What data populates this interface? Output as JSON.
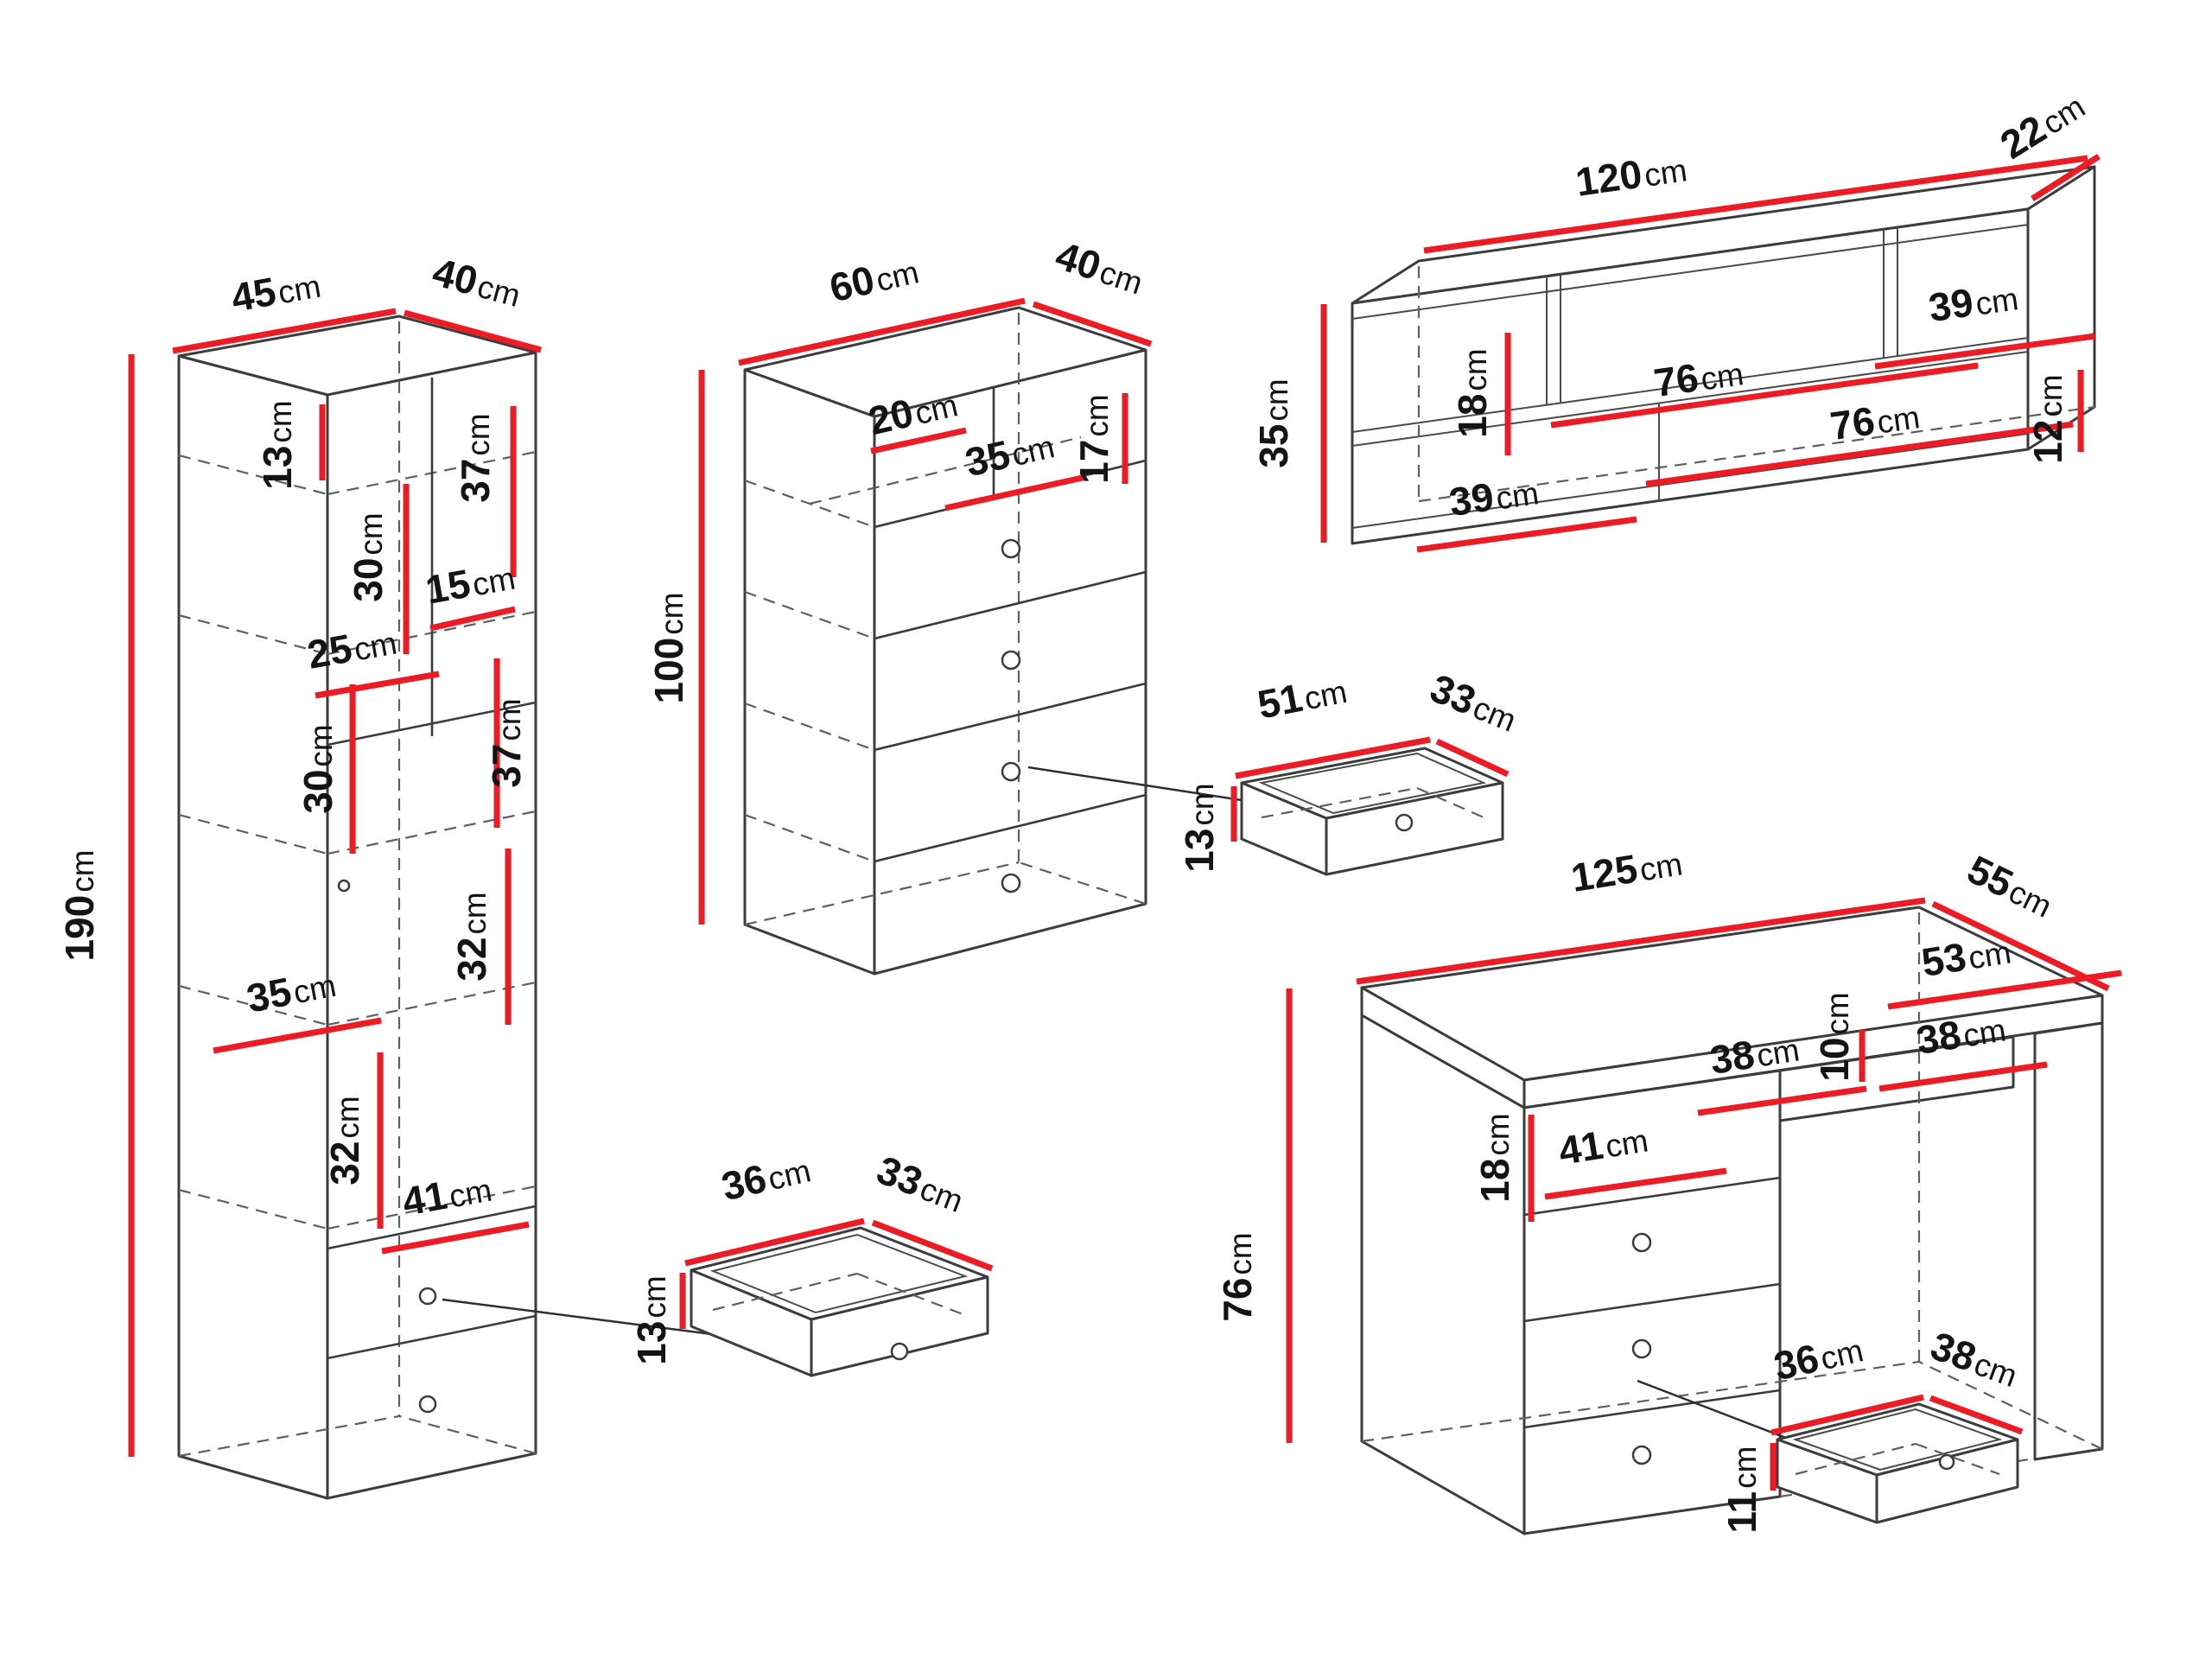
{
  "meta": {
    "unit": "cm"
  },
  "colors": {
    "dimension_line": "#ed1c24",
    "outline": "#3c3c3c",
    "hidden_line": "#5f5f5f",
    "label_text": "#141414",
    "background": "#ffffff"
  },
  "pieces": {
    "tall_cabinet": {
      "width": "45",
      "depth": "40",
      "height": "190",
      "inner": {
        "top_section": "13",
        "upper_right_section": "37",
        "upper_shelf": "30",
        "niche_width": "15",
        "shelf_width": "25",
        "mid_right_section": "37",
        "mid_shelf": "30",
        "upper_door_section": "32",
        "shelf_depth": "35",
        "lower_section": "32",
        "bottom_width": "41"
      }
    },
    "chest": {
      "width": "60",
      "depth": "40",
      "height": "100",
      "inner": {
        "niche_top_width": "20",
        "niche_front_width": "35",
        "niche_height": "17"
      }
    },
    "chest_drawer": {
      "width": "51",
      "depth": "33",
      "height": "13"
    },
    "wall_shelf": {
      "width": "120",
      "depth": "22",
      "height": "35",
      "inner": {
        "left_section_height": "18",
        "top_right_width": "39",
        "middle_width": "76",
        "lower_right_width": "76",
        "bottom_left_width": "39",
        "right_section_height": "12"
      }
    },
    "cabinet_drawer": {
      "width": "36",
      "depth": "33",
      "height": "13"
    },
    "desk": {
      "width": "125",
      "depth": "55",
      "height": "76",
      "inner": {
        "top_drawer_width": "53",
        "top_drawer_height": "10",
        "left_top_width": "38",
        "right_top_width": "38",
        "pedestal_top_height": "18",
        "pedestal_width": "41"
      }
    },
    "desk_drawer": {
      "width": "36",
      "depth": "38",
      "height": "11"
    }
  }
}
